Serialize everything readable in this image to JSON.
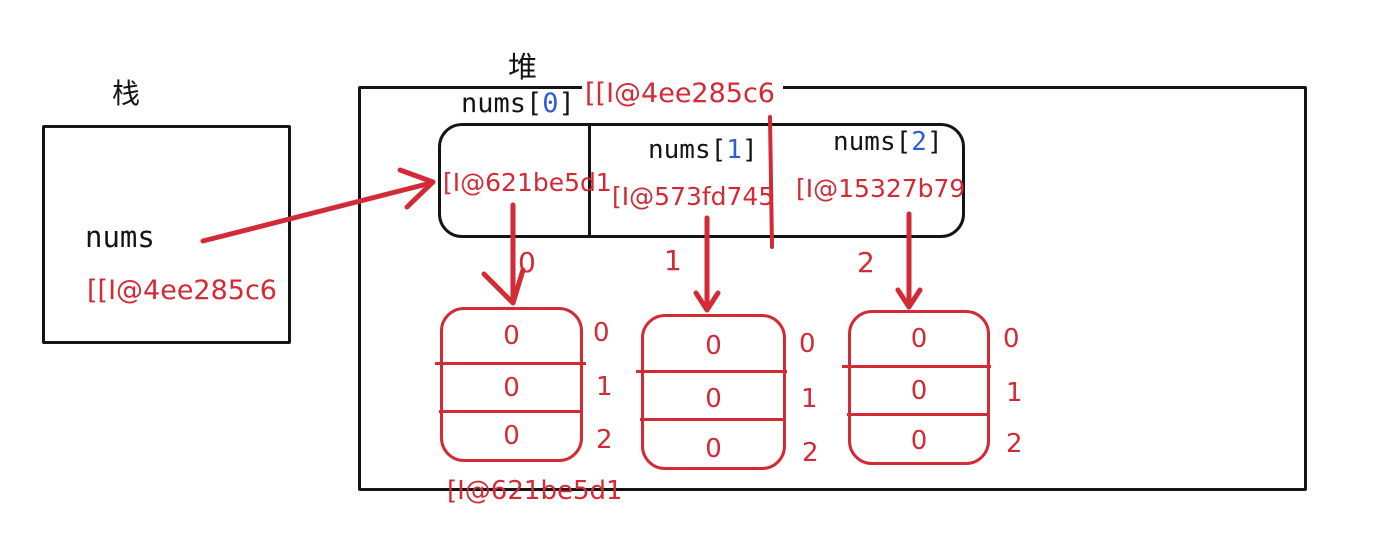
{
  "colors": {
    "red": "#d22b35",
    "blue": "#2e5bd7",
    "black": "#141414"
  },
  "stack": {
    "label": "栈",
    "variable": "nums",
    "value": "[[I@4ee285c6"
  },
  "heap": {
    "label": "堆",
    "object_address": "[[I@4ee285c6",
    "cells": [
      {
        "name_pre": "nums[",
        "index": "0",
        "name_post": "]",
        "address": "[I@621be5d1"
      },
      {
        "name_pre": "nums[",
        "index": "1",
        "name_post": "]",
        "address": "[I@573fd745"
      },
      {
        "name_pre": "nums[",
        "index": "2",
        "name_post": "]",
        "address": "[I@15327b79"
      }
    ],
    "arrow_labels": [
      "0",
      "1",
      "2"
    ],
    "arrays": [
      {
        "values": [
          "0",
          "0",
          "0"
        ],
        "indices": [
          "0",
          "1",
          "2"
        ]
      },
      {
        "values": [
          "0",
          "0",
          "0"
        ],
        "indices": [
          "0",
          "1",
          "2"
        ]
      },
      {
        "values": [
          "0",
          "0",
          "0"
        ],
        "indices": [
          "0",
          "1",
          "2"
        ]
      }
    ],
    "bottom_address": "[I@621be5d1"
  }
}
